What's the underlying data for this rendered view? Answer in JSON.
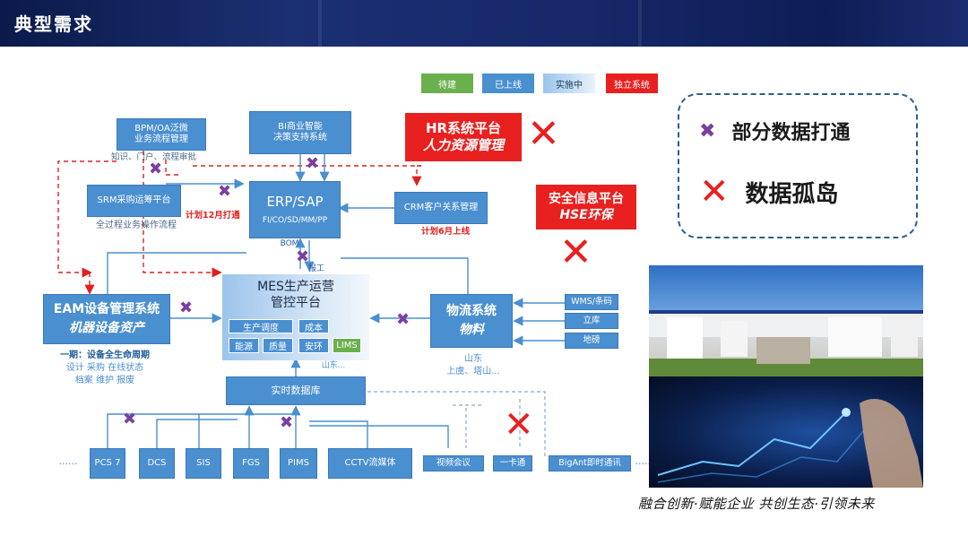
{
  "header": {
    "title": "典型需求"
  },
  "legend": {
    "pending": {
      "label": "待建",
      "color": "#6ab04c"
    },
    "online": {
      "label": "已上线",
      "color": "#4a8fd0"
    },
    "implementing": {
      "label": "实施中",
      "color": "#9cc4ec"
    },
    "standalone": {
      "label": "独立系统",
      "color": "#e8201f"
    }
  },
  "systems": {
    "bpm": {
      "line1": "BPM/OA泛微",
      "line2": "业务流程管理"
    },
    "bpm_note": "知识、门户、流程审批",
    "bi": {
      "line1": "BI商业智能",
      "line2": "决策支持系统"
    },
    "hr": {
      "line1": "HR系统平台",
      "line2": "人力资源管理"
    },
    "srm": {
      "label": "SRM采购运筹平台"
    },
    "srm_note": "全过程业务操作流程",
    "srm_plan": "计划12月打通",
    "erp": {
      "title": "ERP/SAP",
      "modules": "FI/CO/SD/MM/PP"
    },
    "crm": {
      "label": "CRM客户关系管理"
    },
    "crm_plan": "计划6月上线",
    "safety": {
      "line1": "安全信息平台",
      "line2": "HSE环保"
    },
    "bom": "BOM",
    "report": "报工",
    "mes": {
      "line1": "MES生产运营",
      "line2": "管控平台",
      "sub": [
        "生产调度",
        "成本",
        "能源",
        "质量",
        "安环",
        "LIMS"
      ],
      "location": "山东..."
    },
    "eam": {
      "line1": "EAM设备管理系统",
      "line2": "机器设备资产"
    },
    "eam_note": {
      "line1": "一期：设备全生命周期",
      "line2": "设计 采购 在线状态",
      "line3": "档案 维护 报废"
    },
    "logistics": {
      "line1": "物流系统",
      "line2": "物料"
    },
    "logistics_note": {
      "line1": "山东",
      "line2": "上虞、塔山..."
    },
    "wms": [
      "WMS/条码",
      "立库",
      "地磅"
    ],
    "rtdb": "实时数据库",
    "bottom": [
      "PCS 7",
      "DCS",
      "SIS",
      "FGS",
      "PIMS",
      "CCTV流媒体",
      "视频会议",
      "一卡通",
      "BigAnt即时通讯"
    ],
    "ellipsis_left": "······",
    "ellipsis_right": "······"
  },
  "key_panel": {
    "partial": {
      "symbol": "✖",
      "label": "部分数据打通",
      "color": "#7b3fa0"
    },
    "island": {
      "symbol": "✕",
      "label": "数据孤岛",
      "color": "#e8201f"
    }
  },
  "slogan": "融合创新·赋能企业   共创生态·引领未来",
  "photo_top_icon": "factory-building-photo",
  "photo_bottom_icon": "digital-chart-hand-photo"
}
